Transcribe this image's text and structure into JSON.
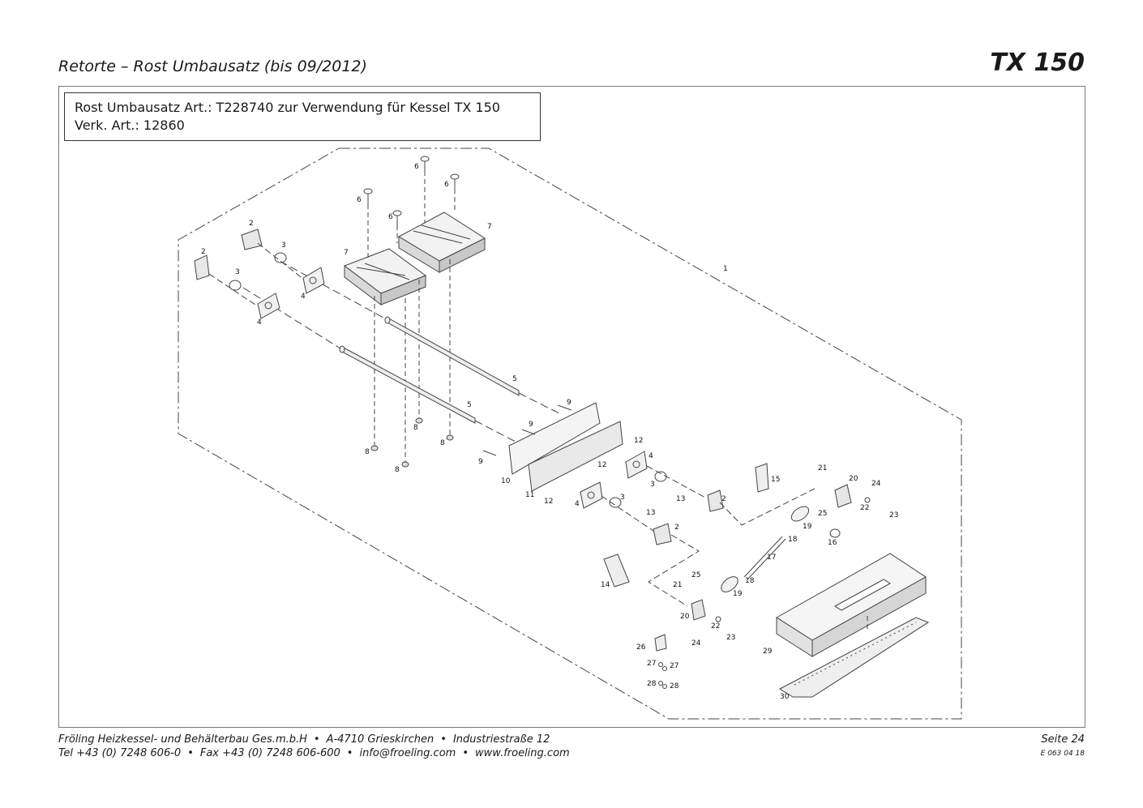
{
  "header": {
    "title": "Retorte – Rost Umbausatz (bis 09/2012)",
    "model": "TX 150"
  },
  "infobox": {
    "line1": "Rost Umbausatz Art.: T228740 zur Verwendung für Kessel TX 150",
    "line2": "Verk. Art.: 12860"
  },
  "footer": {
    "company": "Fröling Heizkessel- und Behälterbau Ges.m.b.H",
    "address": "A-4710 Grieskirchen",
    "street": "Industriestraße 12",
    "tel": "Tel +43 (0) 7248 606-0",
    "fax": "Fax +43 (0) 7248 606-600",
    "email": "info@froeling.com",
    "web": "www.froeling.com",
    "page": "Seite 24",
    "doc_code": "E 063 04 18",
    "bullet": "•"
  },
  "part_numbers": [
    "1",
    "2",
    "2",
    "2",
    "2",
    "3",
    "3",
    "3",
    "3",
    "4",
    "4",
    "4",
    "4",
    "5",
    "5",
    "6",
    "6",
    "6",
    "6",
    "7",
    "7",
    "8",
    "8",
    "8",
    "8",
    "9",
    "9",
    "9",
    "10",
    "11",
    "12",
    "12",
    "12",
    "13",
    "13",
    "14",
    "15",
    "16",
    "17",
    "18",
    "18",
    "19",
    "19",
    "20",
    "20",
    "21",
    "21",
    "22",
    "22",
    "23",
    "23",
    "24",
    "24",
    "25",
    "25",
    "26",
    "27",
    "27",
    "28",
    "28",
    "29",
    "30"
  ]
}
